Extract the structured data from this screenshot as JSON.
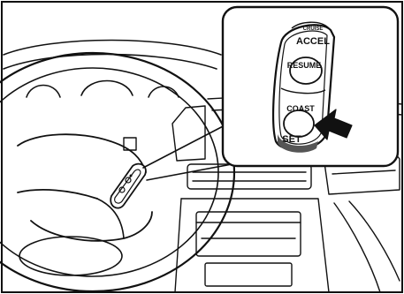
{
  "diagram": {
    "switch_labels": {
      "top_small": "CRUISE",
      "accel": "ACCEL",
      "resume": "RESUME",
      "coast": "COAST",
      "set": "SET"
    },
    "colors": {
      "ink": "#111111",
      "paper": "#ffffff",
      "shade": "#555555"
    },
    "icons": {
      "pointer": "arrow-pointer-icon"
    }
  }
}
